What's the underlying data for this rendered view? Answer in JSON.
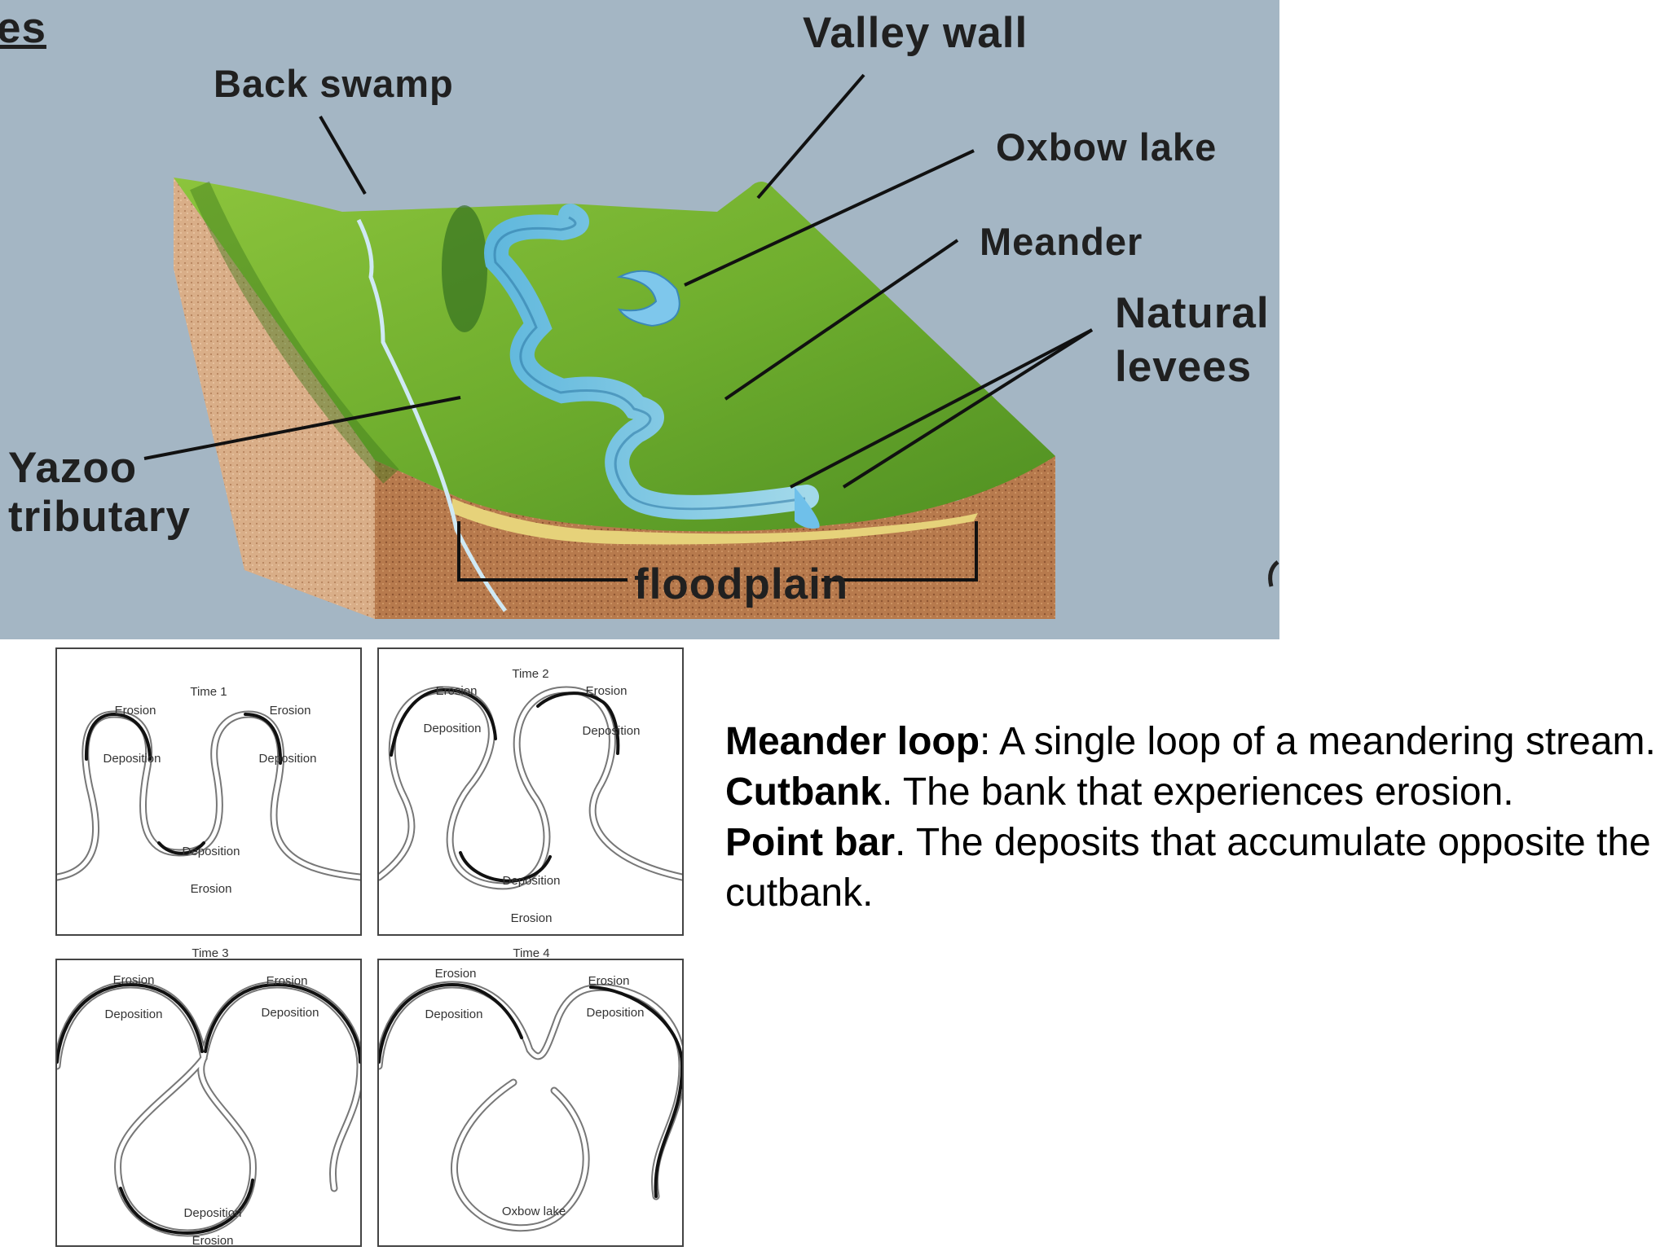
{
  "floodplain_diagram": {
    "partial_heading": "es",
    "labels": {
      "valley_wall": "Valley wall",
      "back_swamp": "Back swamp",
      "oxbow_lake": "Oxbow lake",
      "meander": "Meander",
      "natural_levees_line1": "Natural",
      "natural_levees_line2": "levees",
      "yazoo_line1": "Yazoo",
      "yazoo_line2": "tributary",
      "floodplain": "floodplain"
    }
  },
  "meander_evolution": {
    "time1": {
      "title": "Time 1",
      "erosion_left": "Erosion",
      "erosion_right": "Erosion",
      "deposition_left": "Deposition",
      "deposition_right": "Deposition",
      "deposition_bottom": "Deposition",
      "erosion_bottom": "Erosion"
    },
    "time2": {
      "title": "Time 2",
      "erosion_left": "Erosion",
      "erosion_right": "Erosion",
      "deposition_left": "Deposition",
      "deposition_right": "Deposition",
      "deposition_bottom": "Deposition",
      "erosion_bottom": "Erosion"
    },
    "time3": {
      "title": "Time 3",
      "erosion_left": "Erosion",
      "erosion_right": "Erosion",
      "deposition_left": "Deposition",
      "deposition_right": "Deposition",
      "deposition_bottom": "Deposition",
      "erosion_bottom": "Erosion"
    },
    "time4": {
      "title": "Time 4",
      "erosion_left": "Erosion",
      "erosion_right": "Erosion",
      "deposition_left": "Deposition",
      "deposition_right": "Deposition",
      "oxbow_lake": "Oxbow lake"
    }
  },
  "definitions": [
    {
      "term": "Meander loop",
      "separator": ":",
      "text": " A single loop of a meandering stream."
    },
    {
      "term": "Cutbank",
      "separator": ".",
      "text": " The bank that experiences erosion."
    },
    {
      "term": "Point bar",
      "separator": ".",
      "text": " The deposits that accumulate opposite the cutbank."
    }
  ]
}
